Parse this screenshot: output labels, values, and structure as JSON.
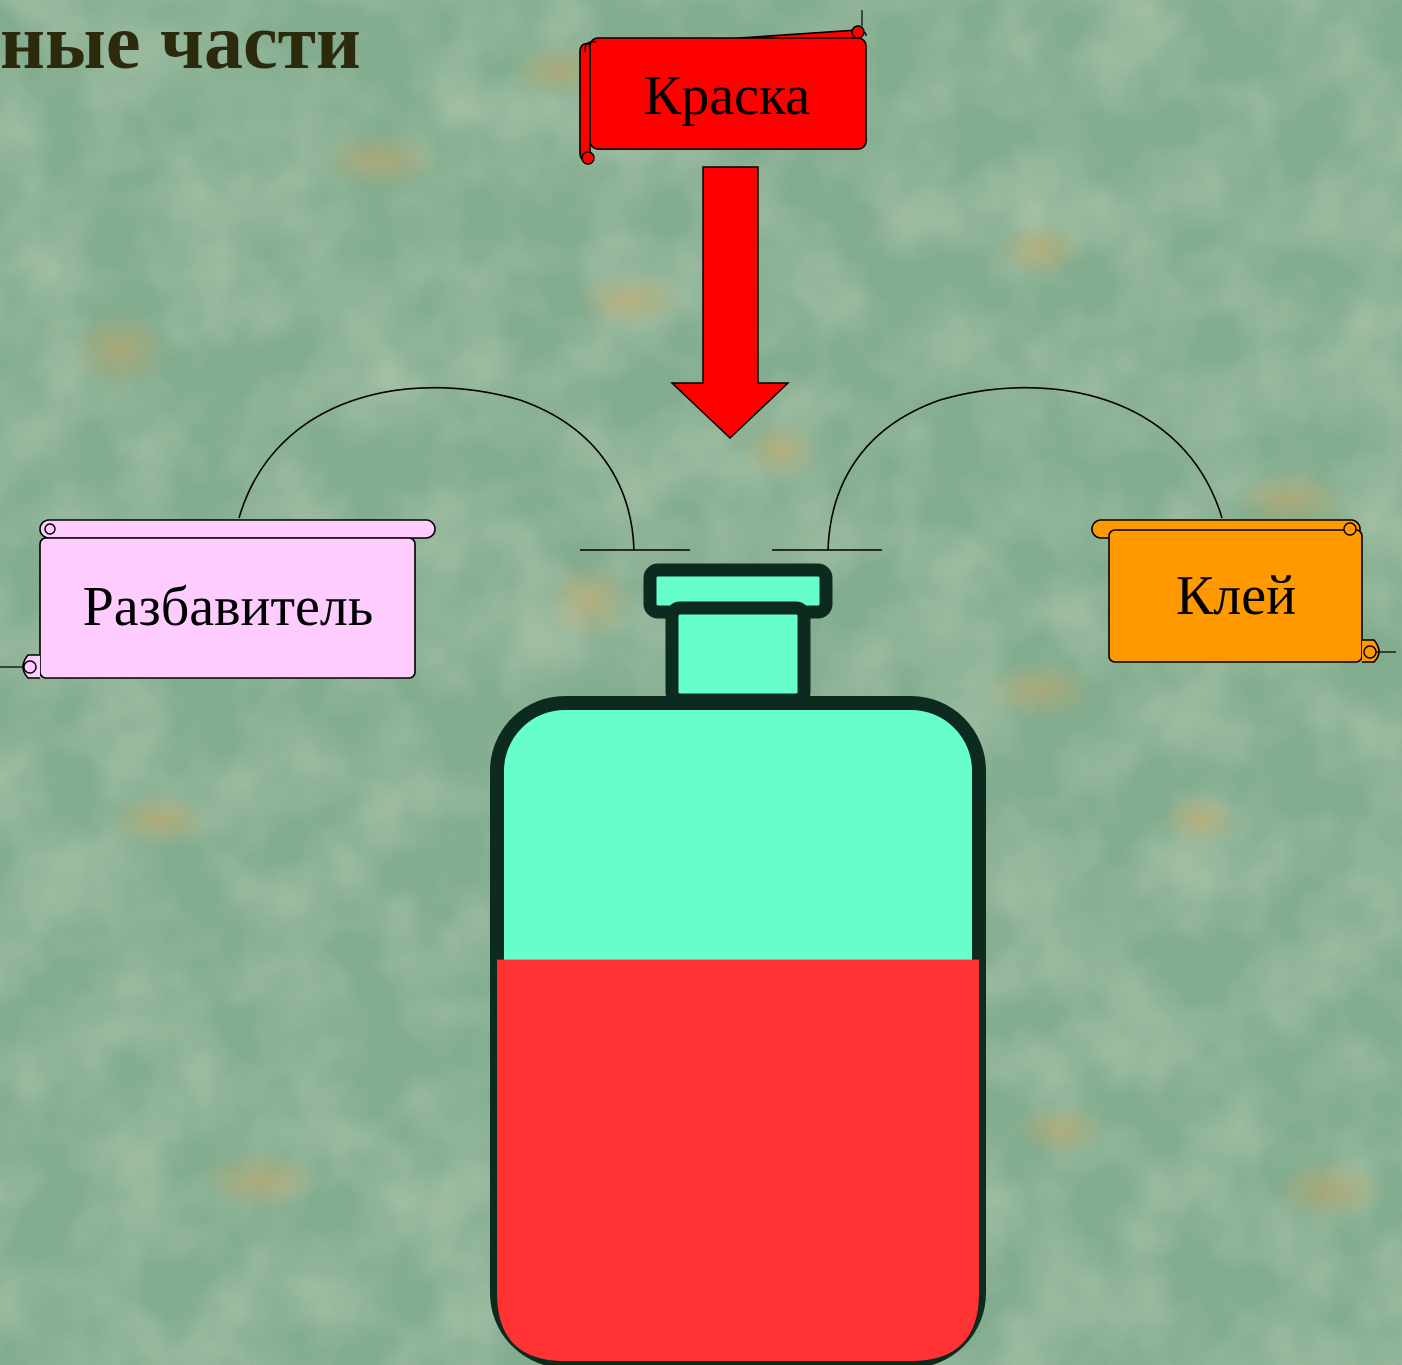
{
  "slide": {
    "title": "ные части"
  },
  "labels": {
    "paint": "Краска",
    "thinner": "Разбавитель",
    "glue": "Клей"
  },
  "colors": {
    "paint_scroll": "#ff0000",
    "thinner_scroll": "#ffccff",
    "glue_scroll": "#ff9900",
    "arrow": "#ff0000",
    "bottle_glass": "#66ffcc",
    "bottle_outline": "#0d2a1f",
    "bottle_liquid": "#ff3333"
  },
  "bottle": {
    "liquid_fill_fraction": 0.61
  }
}
